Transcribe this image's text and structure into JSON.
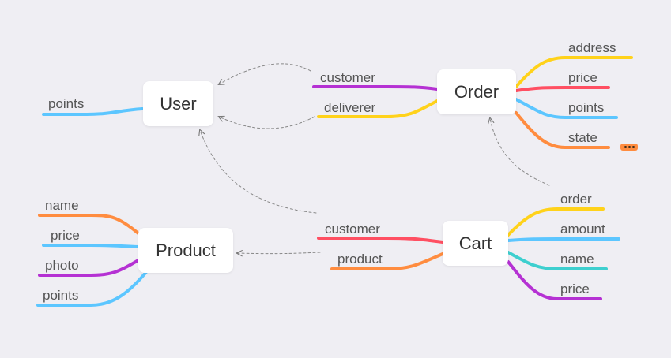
{
  "colors": {
    "yellow": "#ffd21a",
    "red": "#ff4f62",
    "blue": "#5cc6ff",
    "orange": "#ff8c3f",
    "purple": "#b531d3",
    "teal": "#3ecfcf",
    "background": "#efeef3",
    "relation_arrow": "#888888"
  },
  "nodes": {
    "user": "User",
    "order": "Order",
    "product": "Product",
    "cart": "Cart"
  },
  "branches": {
    "user_points": "points",
    "order_customer": "customer",
    "order_deliverer": "deliverer",
    "order_address": "address",
    "order_price": "price",
    "order_points": "points",
    "order_state": "state",
    "product_name": "name",
    "product_price": "price",
    "product_photo": "photo",
    "product_points": "points",
    "cart_customer": "customer",
    "cart_product": "product",
    "cart_order": "order",
    "cart_amount": "amount",
    "cart_name": "name",
    "cart_price": "price"
  },
  "collapsed_indicator": "more-dots-icon"
}
